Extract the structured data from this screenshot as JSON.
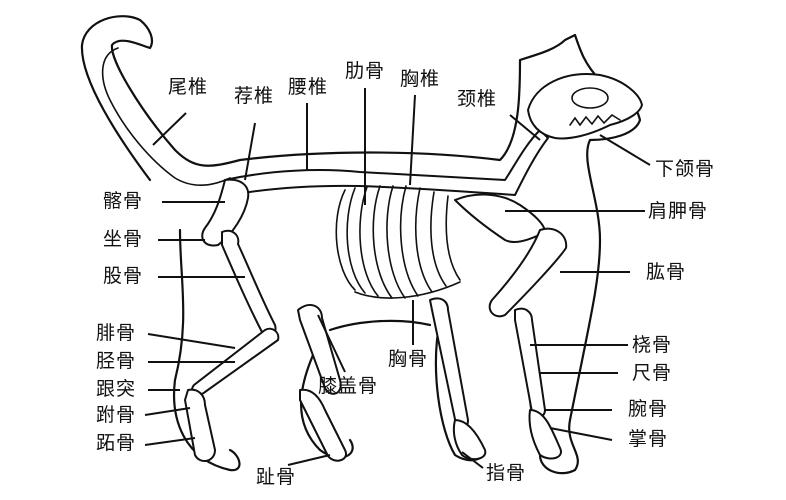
{
  "figure": {
    "title": "",
    "subject": "cat skeleton anatomy diagram"
  },
  "labels": {
    "tail_vertebrae": "尾椎",
    "sacral_vertebrae": "荐椎",
    "lumbar_vertebrae": "腰椎",
    "ribs": "肋骨",
    "thoracic_vertebrae": "胸椎",
    "cervical_vertebrae": "颈椎",
    "mandible": "下颌骨",
    "scapula": "肩胛骨",
    "humerus": "肱骨",
    "ilium": "髂骨",
    "ischium": "坐骨",
    "femur": "股骨",
    "fibula": "腓骨",
    "tibia": "胫骨",
    "calcaneus": "跟突",
    "tarsals": "跗骨",
    "metatarsals": "跖骨",
    "patella": "膝盖骨",
    "sternum": "胸骨",
    "toe_bones": "趾骨",
    "finger_bones": "指骨",
    "radius": "桡骨",
    "ulna": "尺骨",
    "carpals": "腕骨",
    "metacarpals": "掌骨"
  },
  "colors": {
    "line": "#111111",
    "background": "#ffffff"
  }
}
